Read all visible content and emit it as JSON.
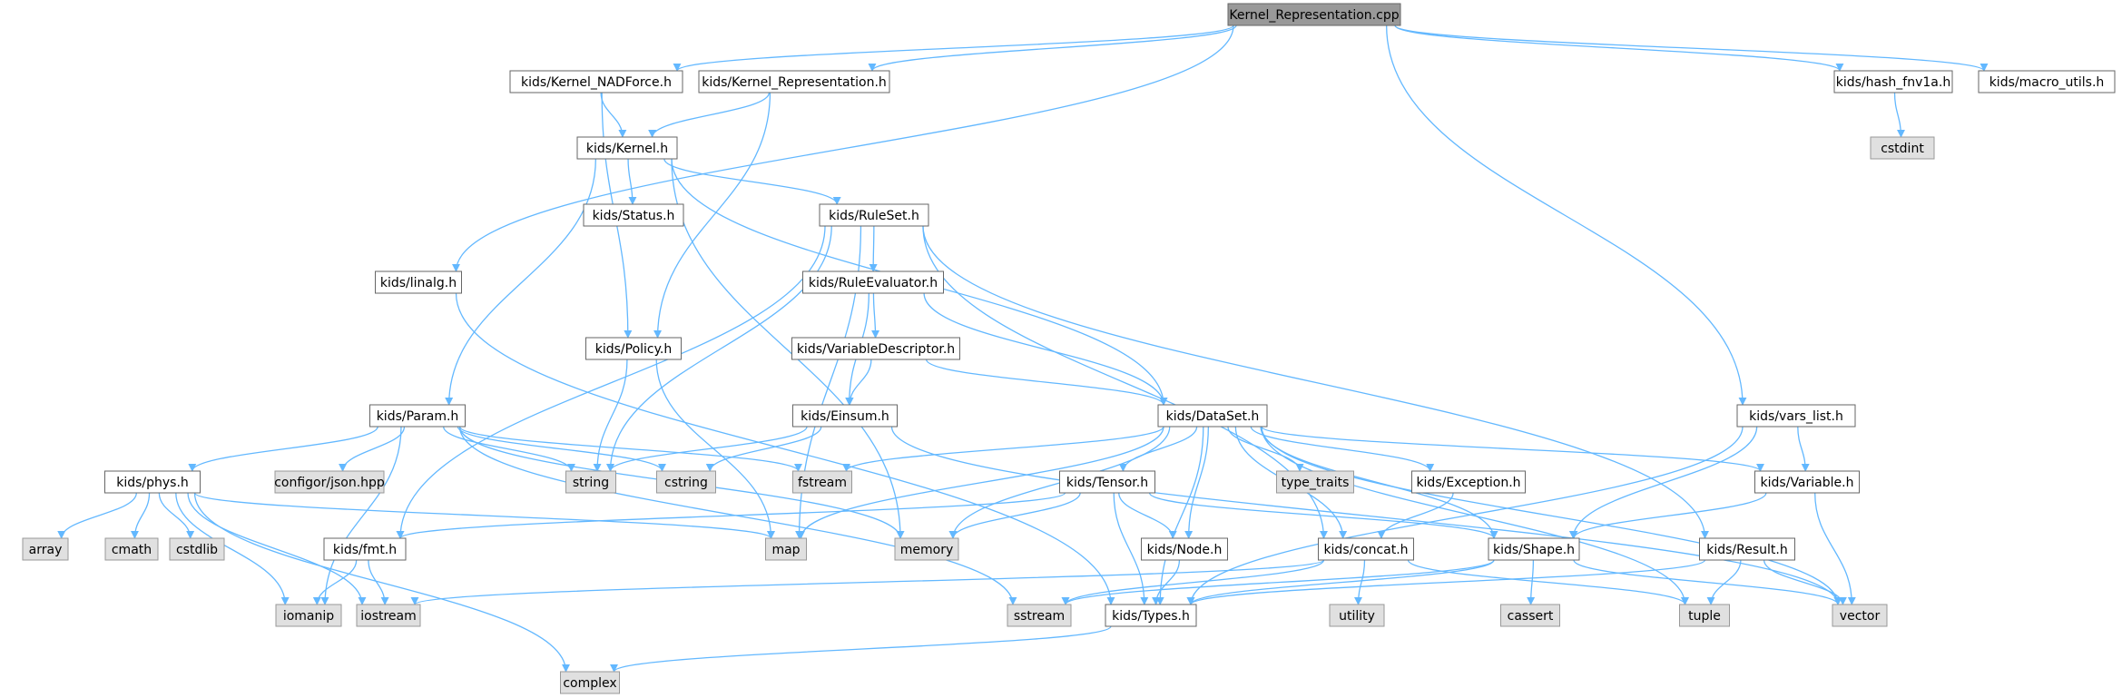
{
  "colors": {
    "root_fill": "#999999",
    "header_fill": "#ffffff",
    "system_fill": "#e0e0e0",
    "system_stroke": "#999999",
    "header_stroke": "#666666",
    "edge": "#63B8FF",
    "text": "#000000"
  },
  "nodes": [
    {
      "id": "root",
      "label": "Kernel_Representation.cpp",
      "kind": "root"
    },
    {
      "id": "kernel_nadforce",
      "label": "kids/Kernel_NADForce.h",
      "kind": "header"
    },
    {
      "id": "kernel_repr",
      "label": "kids/Kernel_Representation.h",
      "kind": "header"
    },
    {
      "id": "hash_fnv1a",
      "label": "kids/hash_fnv1a.h",
      "kind": "header"
    },
    {
      "id": "macro_utils",
      "label": "kids/macro_utils.h",
      "kind": "header"
    },
    {
      "id": "cstdint",
      "label": "cstdint",
      "kind": "system"
    },
    {
      "id": "kernel",
      "label": "kids/Kernel.h",
      "kind": "header"
    },
    {
      "id": "status",
      "label": "kids/Status.h",
      "kind": "header"
    },
    {
      "id": "ruleset",
      "label": "kids/RuleSet.h",
      "kind": "header"
    },
    {
      "id": "linalg",
      "label": "kids/linalg.h",
      "kind": "header"
    },
    {
      "id": "ruleevaluator",
      "label": "kids/RuleEvaluator.h",
      "kind": "header"
    },
    {
      "id": "policy",
      "label": "kids/Policy.h",
      "kind": "header"
    },
    {
      "id": "vardesc",
      "label": "kids/VariableDescriptor.h",
      "kind": "header"
    },
    {
      "id": "param",
      "label": "kids/Param.h",
      "kind": "header"
    },
    {
      "id": "einsum",
      "label": "kids/Einsum.h",
      "kind": "header"
    },
    {
      "id": "dataset",
      "label": "kids/DataSet.h",
      "kind": "header"
    },
    {
      "id": "vars_list",
      "label": "kids/vars_list.h",
      "kind": "header"
    },
    {
      "id": "phys",
      "label": "kids/phys.h",
      "kind": "header"
    },
    {
      "id": "configor",
      "label": "configor/json.hpp",
      "kind": "system"
    },
    {
      "id": "string",
      "label": "string",
      "kind": "system"
    },
    {
      "id": "cstring",
      "label": "cstring",
      "kind": "system"
    },
    {
      "id": "fstream",
      "label": "fstream",
      "kind": "system"
    },
    {
      "id": "tensor",
      "label": "kids/Tensor.h",
      "kind": "header"
    },
    {
      "id": "type_traits",
      "label": "type_traits",
      "kind": "system"
    },
    {
      "id": "exception",
      "label": "kids/Exception.h",
      "kind": "header"
    },
    {
      "id": "variable",
      "label": "kids/Variable.h",
      "kind": "header"
    },
    {
      "id": "array",
      "label": "array",
      "kind": "system"
    },
    {
      "id": "cmath",
      "label": "cmath",
      "kind": "system"
    },
    {
      "id": "cstdlib",
      "label": "cstdlib",
      "kind": "system"
    },
    {
      "id": "map",
      "label": "map",
      "kind": "system"
    },
    {
      "id": "memory",
      "label": "memory",
      "kind": "system"
    },
    {
      "id": "fmt",
      "label": "kids/fmt.h",
      "kind": "header"
    },
    {
      "id": "node",
      "label": "kids/Node.h",
      "kind": "header"
    },
    {
      "id": "concat",
      "label": "kids/concat.h",
      "kind": "header"
    },
    {
      "id": "shape",
      "label": "kids/Shape.h",
      "kind": "header"
    },
    {
      "id": "result",
      "label": "kids/Result.h",
      "kind": "header"
    },
    {
      "id": "iomanip",
      "label": "iomanip",
      "kind": "system"
    },
    {
      "id": "iostream",
      "label": "iostream",
      "kind": "system"
    },
    {
      "id": "sstream",
      "label": "sstream",
      "kind": "system"
    },
    {
      "id": "types",
      "label": "kids/Types.h",
      "kind": "header"
    },
    {
      "id": "utility",
      "label": "utility",
      "kind": "system"
    },
    {
      "id": "cassert",
      "label": "cassert",
      "kind": "system"
    },
    {
      "id": "tuple",
      "label": "tuple",
      "kind": "system"
    },
    {
      "id": "vector",
      "label": "vector",
      "kind": "system"
    },
    {
      "id": "complex",
      "label": "complex",
      "kind": "system"
    }
  ],
  "edges": [
    [
      "root",
      "kernel_nadforce"
    ],
    [
      "root",
      "kernel_repr"
    ],
    [
      "root",
      "hash_fnv1a"
    ],
    [
      "root",
      "macro_utils"
    ],
    [
      "root",
      "linalg"
    ],
    [
      "root",
      "vars_list"
    ],
    [
      "kernel_nadforce",
      "kernel"
    ],
    [
      "kernel_nadforce",
      "policy"
    ],
    [
      "kernel_repr",
      "kernel"
    ],
    [
      "kernel_repr",
      "policy"
    ],
    [
      "hash_fnv1a",
      "cstdint"
    ],
    [
      "kernel",
      "status"
    ],
    [
      "kernel",
      "ruleset"
    ],
    [
      "kernel",
      "param"
    ],
    [
      "kernel",
      "dataset"
    ],
    [
      "kernel",
      "memory"
    ],
    [
      "ruleset",
      "ruleevaluator"
    ],
    [
      "ruleset",
      "string"
    ],
    [
      "ruleset",
      "map"
    ],
    [
      "ruleset",
      "fmt"
    ],
    [
      "ruleset",
      "concat"
    ],
    [
      "ruleset",
      "result"
    ],
    [
      "linalg",
      "types"
    ],
    [
      "ruleevaluator",
      "vardesc"
    ],
    [
      "ruleevaluator",
      "einsum"
    ],
    [
      "ruleevaluator",
      "dataset"
    ],
    [
      "policy",
      "string"
    ],
    [
      "policy",
      "map"
    ],
    [
      "vardesc",
      "einsum"
    ],
    [
      "vardesc",
      "dataset"
    ],
    [
      "param",
      "phys"
    ],
    [
      "param",
      "configor"
    ],
    [
      "param",
      "string"
    ],
    [
      "param",
      "cstring"
    ],
    [
      "param",
      "fstream"
    ],
    [
      "param",
      "memory"
    ],
    [
      "param",
      "sstream"
    ],
    [
      "param",
      "iomanip"
    ],
    [
      "einsum",
      "string"
    ],
    [
      "einsum",
      "cstring"
    ],
    [
      "einsum",
      "vector"
    ],
    [
      "dataset",
      "fstream"
    ],
    [
      "dataset",
      "tensor"
    ],
    [
      "dataset",
      "type_traits"
    ],
    [
      "dataset",
      "exception"
    ],
    [
      "dataset",
      "variable"
    ],
    [
      "dataset",
      "map"
    ],
    [
      "dataset",
      "memory"
    ],
    [
      "dataset",
      "node"
    ],
    [
      "dataset",
      "concat"
    ],
    [
      "dataset",
      "shape"
    ],
    [
      "dataset",
      "types"
    ],
    [
      "dataset",
      "tuple"
    ],
    [
      "dataset",
      "vector"
    ],
    [
      "vars_list",
      "variable"
    ],
    [
      "vars_list",
      "shape"
    ],
    [
      "vars_list",
      "types"
    ],
    [
      "phys",
      "array"
    ],
    [
      "phys",
      "cmath"
    ],
    [
      "phys",
      "cstdlib"
    ],
    [
      "phys",
      "map"
    ],
    [
      "phys",
      "iomanip"
    ],
    [
      "phys",
      "iostream"
    ],
    [
      "phys",
      "complex"
    ],
    [
      "tensor",
      "fmt"
    ],
    [
      "tensor",
      "memory"
    ],
    [
      "tensor",
      "node"
    ],
    [
      "tensor",
      "shape"
    ],
    [
      "tensor",
      "types"
    ],
    [
      "exception",
      "concat"
    ],
    [
      "variable",
      "shape"
    ],
    [
      "variable",
      "vector"
    ],
    [
      "fmt",
      "iomanip"
    ],
    [
      "fmt",
      "iostream"
    ],
    [
      "node",
      "types"
    ],
    [
      "concat",
      "utility"
    ],
    [
      "concat",
      "sstream"
    ],
    [
      "concat",
      "tuple"
    ],
    [
      "concat",
      "iostream"
    ],
    [
      "shape",
      "cassert"
    ],
    [
      "shape",
      "vector"
    ],
    [
      "shape",
      "sstream"
    ],
    [
      "shape",
      "types"
    ],
    [
      "result",
      "types"
    ],
    [
      "result",
      "tuple"
    ],
    [
      "result",
      "vector"
    ],
    [
      "types",
      "complex"
    ]
  ]
}
